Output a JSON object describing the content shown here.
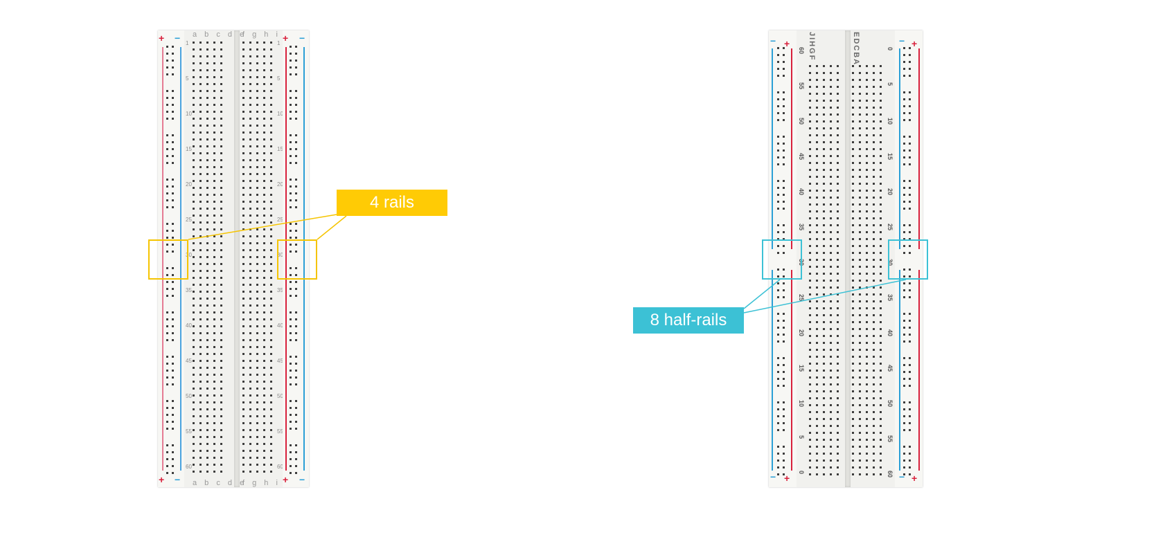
{
  "callouts": {
    "left_label": "4 rails",
    "right_label": "8 half-rails"
  },
  "left_board": {
    "top_letters_left": "a b c d e",
    "top_letters_right": "f g h i j",
    "bottom_letters_left": "a b c d e",
    "bottom_letters_right": "f g h i j",
    "plus": "+",
    "minus": "−",
    "row_numbers": [
      "1",
      "5",
      "10",
      "15",
      "20",
      "25",
      "30",
      "35",
      "40",
      "45",
      "50",
      "55",
      "60"
    ]
  },
  "right_board": {
    "letters_left": "JIHGF",
    "letters_right": "EDCBA",
    "plus": "+",
    "minus": "−",
    "row_numbers_left": [
      "60",
      "55",
      "50",
      "45",
      "40",
      "35",
      "30",
      "25",
      "20",
      "15",
      "10",
      "5",
      "0"
    ],
    "row_numbers_right": [
      "0",
      "5",
      "10",
      "15",
      "20",
      "25",
      "30",
      "35",
      "40",
      "45",
      "50",
      "55",
      "60"
    ]
  },
  "colors": {
    "highlight_yellow": "#ffcb05",
    "highlight_cyan": "#3cc1d5",
    "rail_red": "#d8203b",
    "rail_blue": "#2a9fd6"
  }
}
